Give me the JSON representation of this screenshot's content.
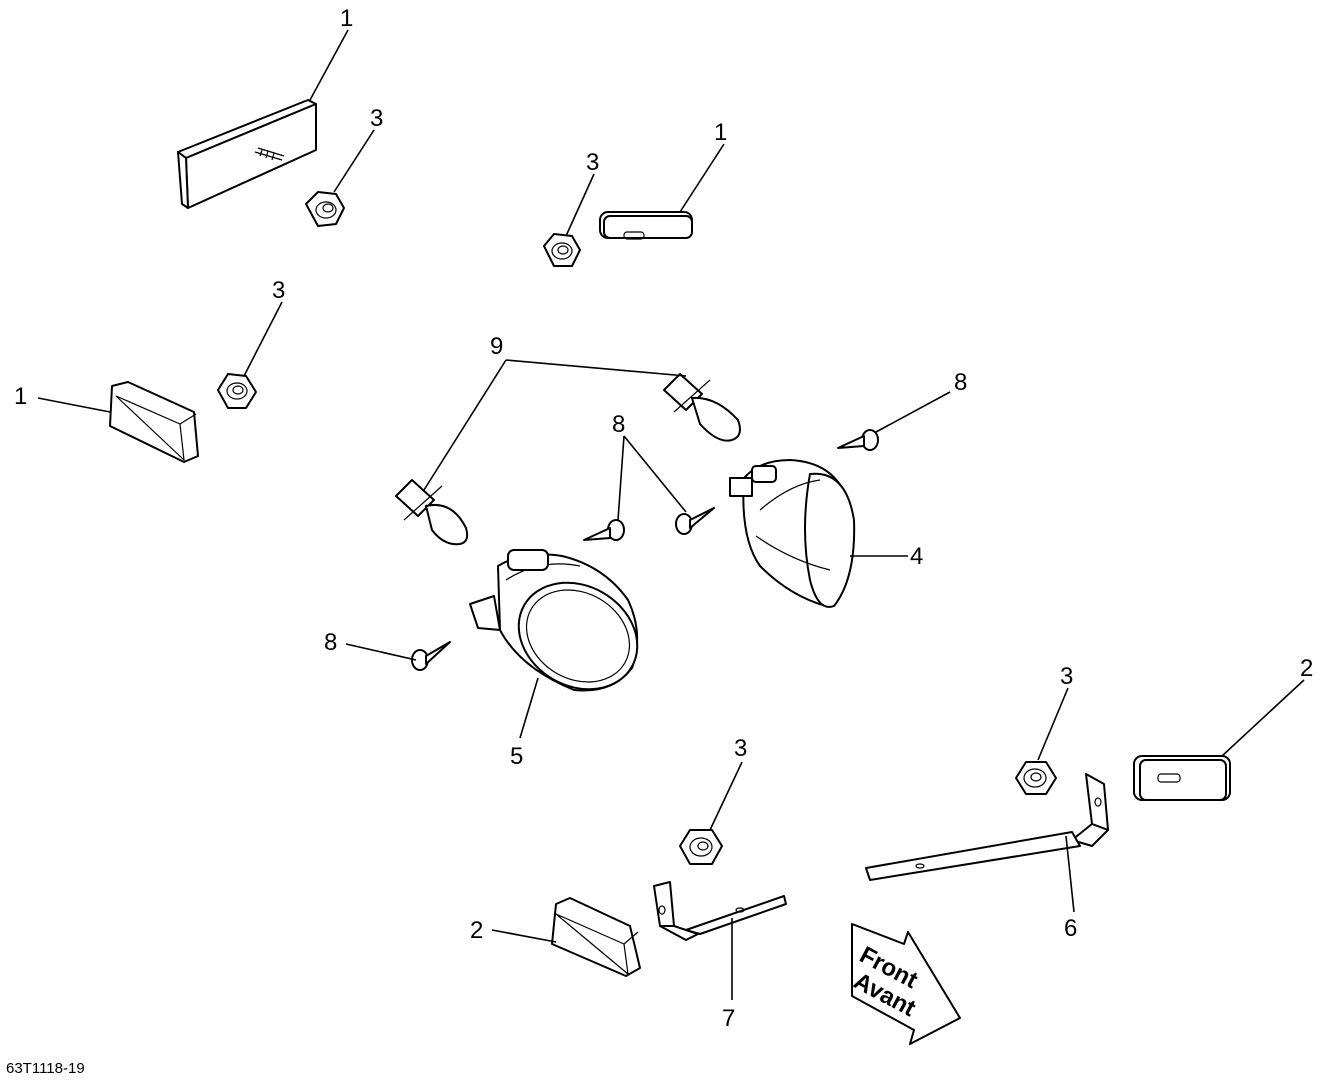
{
  "callouts": {
    "c1a": "1",
    "c3a": "3",
    "c3b": "3",
    "c1b": "1",
    "c3c": "3",
    "c1c": "1",
    "c9": "9",
    "c8a": "8",
    "c8b": "8",
    "c4": "4",
    "c8c": "8",
    "c5": "5",
    "c3d": "3",
    "c2a": "2",
    "c3e": "3",
    "c6": "6",
    "c2b": "2",
    "c7": "7"
  },
  "arrow": {
    "line1": "Front",
    "line2": "Avant"
  },
  "reference_code": "63T1118-19",
  "parts": [
    {
      "number": "1",
      "name": "reflector"
    },
    {
      "number": "2",
      "name": "reflector"
    },
    {
      "number": "3",
      "name": "nut"
    },
    {
      "number": "4",
      "name": "lamp"
    },
    {
      "number": "5",
      "name": "lamp"
    },
    {
      "number": "6",
      "name": "bracket"
    },
    {
      "number": "7",
      "name": "bracket"
    },
    {
      "number": "8",
      "name": "screw"
    },
    {
      "number": "9",
      "name": "bulb"
    }
  ]
}
